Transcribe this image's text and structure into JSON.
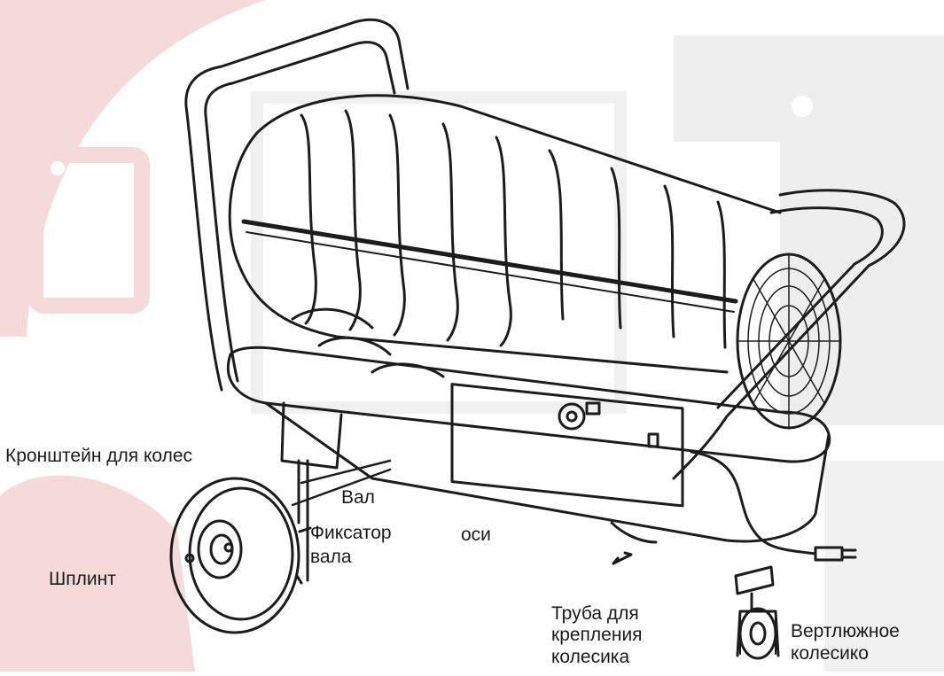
{
  "watermark": {
    "color": "#f6d9d9",
    "gray": "#eeeeee"
  },
  "diagram": {
    "line_color": "#1c1c1c",
    "labels": {
      "wheel_bracket": "Кронштейн для колес",
      "shaft": "Вал",
      "shaft_clamp_line1": "Фиксатор",
      "shaft_clamp_line2": "вала",
      "axle": "оси",
      "cotter_pin": "Шплинт",
      "caster_tube_line1": "Труба для",
      "caster_tube_line2": "крепления",
      "caster_tube_line3": "колесика",
      "swivel_caster_line1": "Вертлюжное",
      "swivel_caster_line2": "колесико"
    }
  }
}
